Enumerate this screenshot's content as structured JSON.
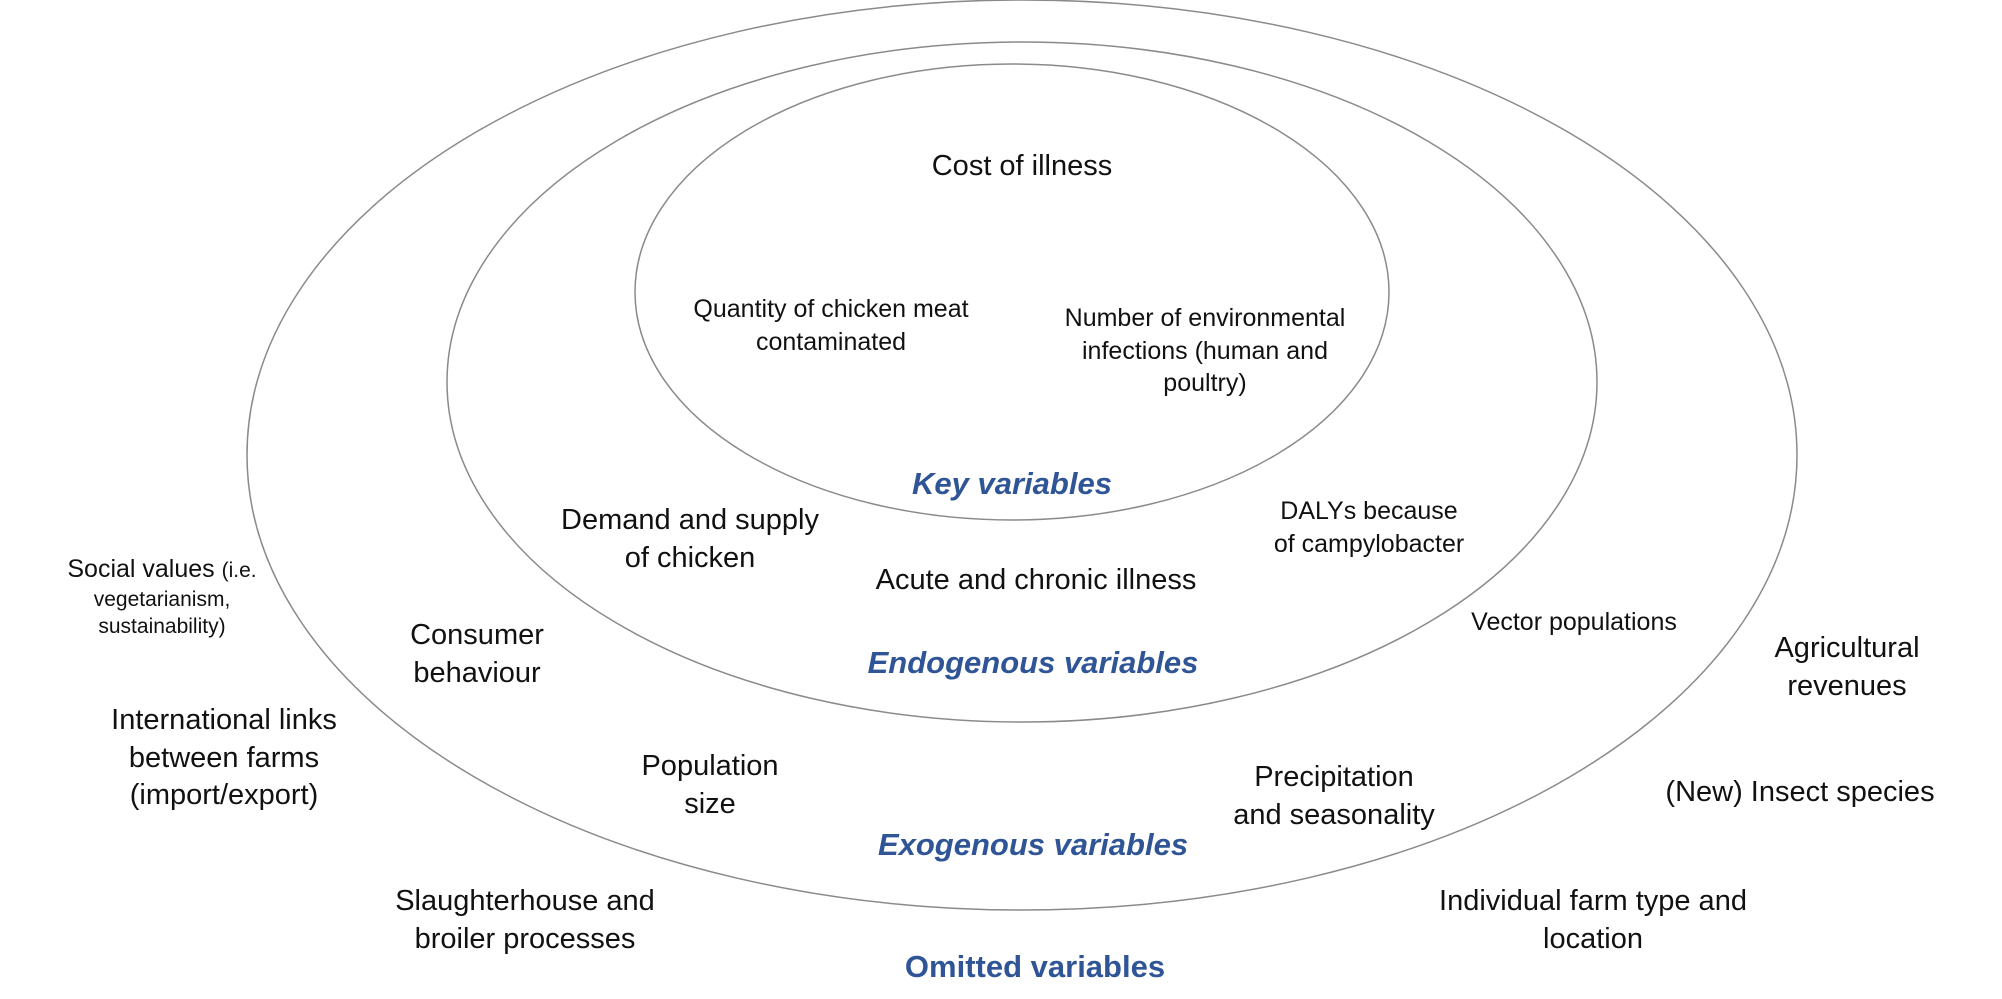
{
  "colors": {
    "category_label": "#2f5597",
    "ring_stroke": "#8a8a8a",
    "text": "#111111"
  },
  "rings": {
    "key": "Key variables",
    "endogenous": "Endogenous variables",
    "exogenous": "Exogenous variables",
    "omitted": "Omitted variables"
  },
  "key_variables": {
    "cost_of_illness": "Cost of illness",
    "chicken_meat": [
      "Quantity of chicken meat",
      "contaminated"
    ],
    "environmental_infections": [
      "Number of environmental",
      "infections (human and",
      "poultry)"
    ]
  },
  "endogenous_variables": {
    "demand_supply": [
      "Demand and supply",
      "of chicken"
    ],
    "acute_chronic": "Acute and chronic illness",
    "dalys": [
      "DALYs because",
      "of campylobacter"
    ]
  },
  "exogenous_variables": {
    "consumer_behaviour": [
      "Consumer",
      "behaviour"
    ],
    "vector_populations": "Vector populations",
    "population_size": [
      "Population",
      "size"
    ],
    "precipitation": [
      "Precipitation",
      "and seasonality"
    ]
  },
  "omitted_variables": {
    "social_values_main": "Social values",
    "social_values_note": [
      "(i.e.",
      "vegetarianism,",
      "sustainability)"
    ],
    "international_links": [
      "International links",
      "between farms",
      "(import/export)"
    ],
    "agricultural_revenues": [
      "Agricultural",
      "revenues"
    ],
    "insect_species": "(New) Insect species",
    "slaughterhouse": [
      "Slaughterhouse and",
      "broiler processes"
    ],
    "farm_type": [
      "Individual farm type and",
      "location"
    ]
  }
}
